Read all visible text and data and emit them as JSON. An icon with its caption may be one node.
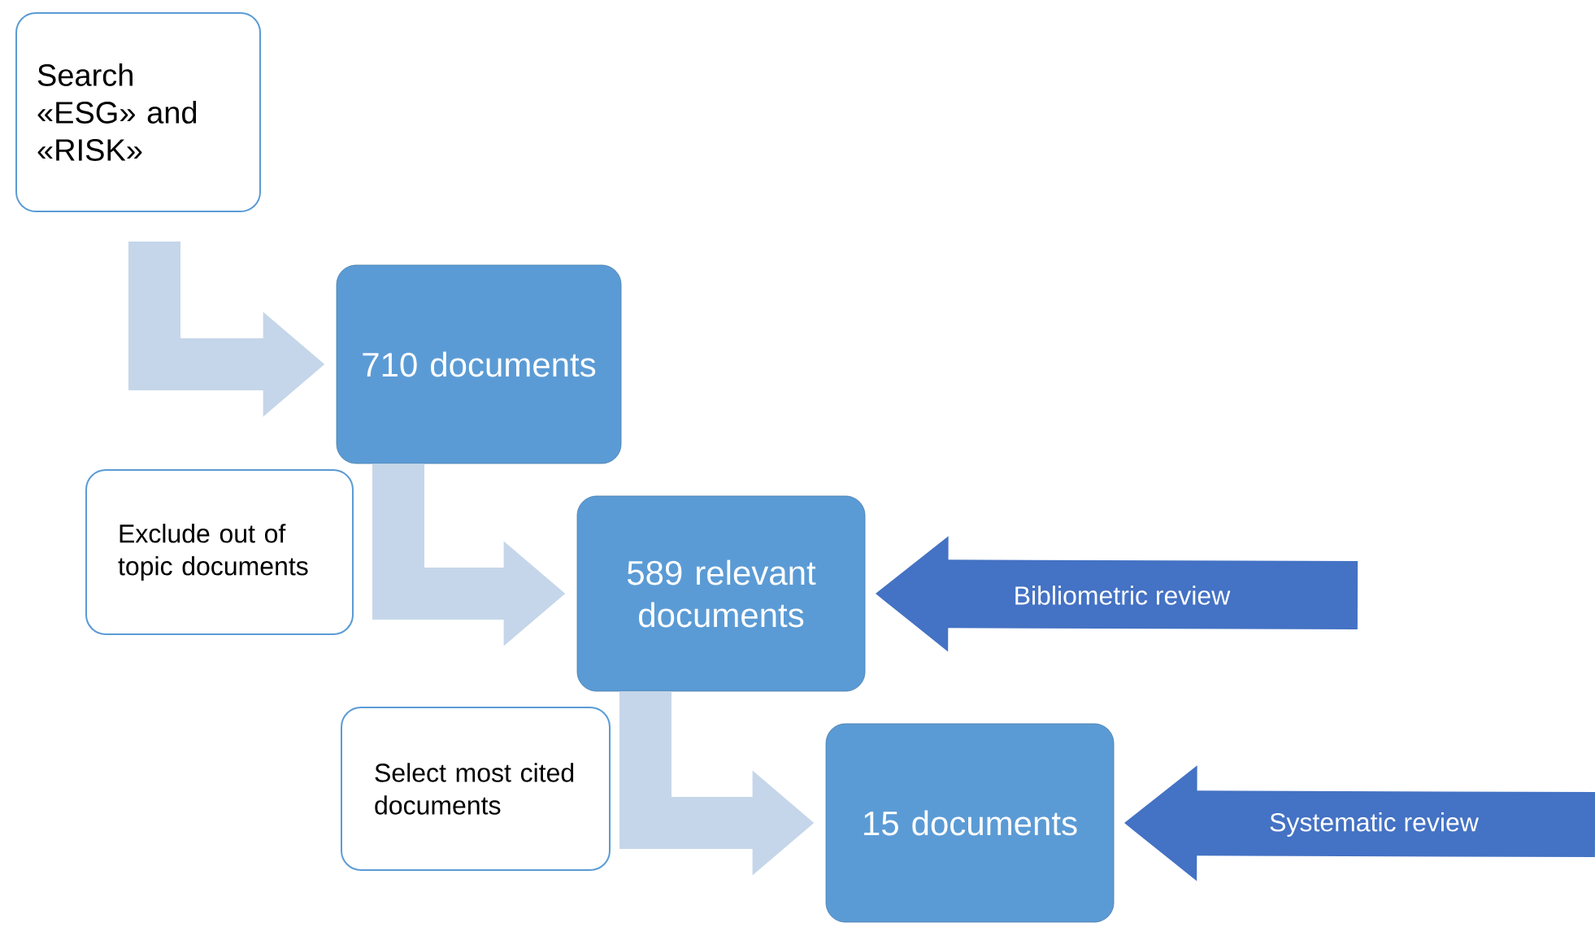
{
  "diagram": {
    "nodes": [
      {
        "text": [
          "Search «ESG» and «RISK»"
        ]
      },
      {
        "text": [
          "710 documents"
        ]
      },
      {
        "text": [
          "Exclude out of topic documents"
        ]
      },
      {
        "text": [
          "589 relevant documents"
        ]
      },
      {
        "text": [
          "Select most cited documents"
        ]
      },
      {
        "text": [
          "15 documents"
        ]
      }
    ],
    "edges": [
      {
        "from": 0,
        "to": 1,
        "arrow": "to"
      },
      {
        "from": 1,
        "to": 3,
        "arrow": "to"
      },
      {
        "from": 3,
        "to": 5,
        "arrow": "to"
      },
      {
        "from": null,
        "to": 3,
        "arrow": "to",
        "label": "Bibliometric review",
        "color": "#4472c4"
      },
      {
        "from": null,
        "to": 5,
        "arrow": "to",
        "label": "Systematic review",
        "color": "#4472c4"
      }
    ]
  }
}
